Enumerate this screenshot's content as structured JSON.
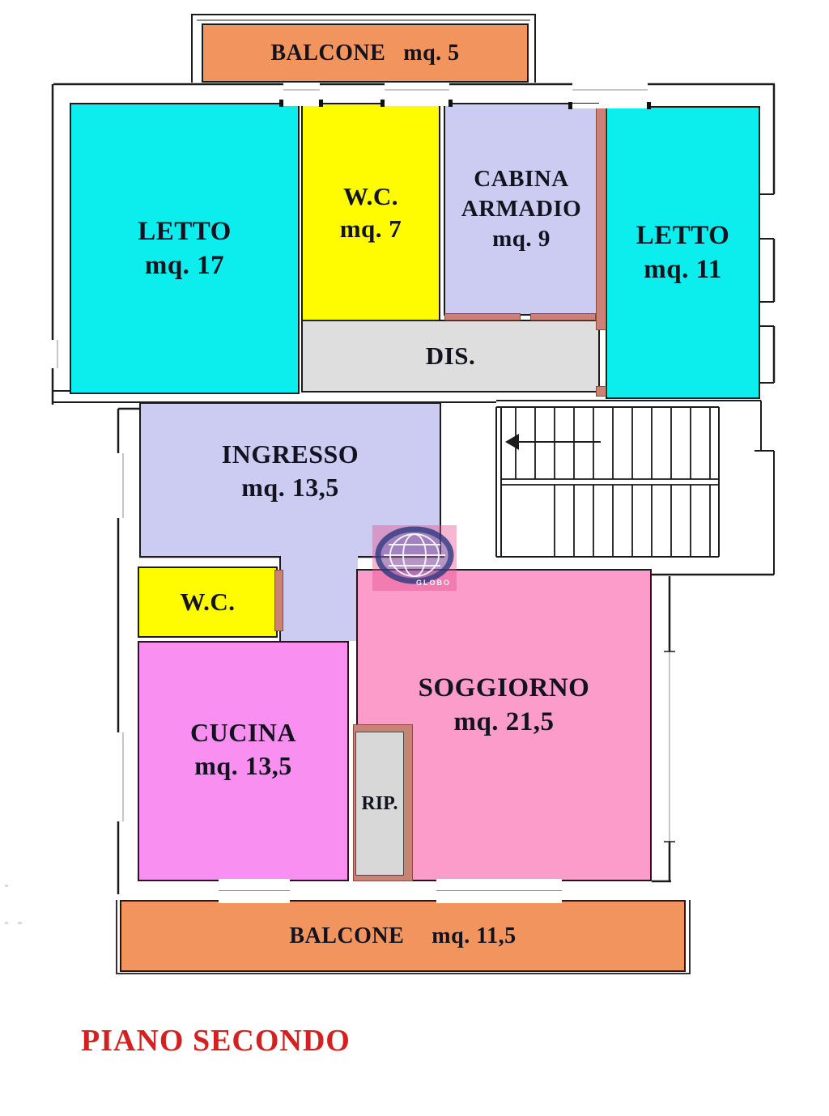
{
  "floor_title": {
    "text": "PIANO SECONDO",
    "color": "#d32020"
  },
  "watermark": {
    "label": "GLOBO",
    "globe_color": "#2a3880",
    "overlay_color": "#e45091"
  },
  "rooms": {
    "balcone_top": {
      "name": "BALCONE",
      "area": "mq. 5",
      "color": "#f2945e"
    },
    "letto_sx": {
      "name": "LETTO",
      "area": "mq. 17",
      "color": "#0ceded"
    },
    "wc_top": {
      "name": "W.C.",
      "area": "mq. 7",
      "color": "#fffb00"
    },
    "cabina": {
      "line1": "CABINA",
      "line2": "ARMADIO",
      "area": "mq. 9",
      "color": "#ccccf2"
    },
    "letto_dx": {
      "name": "LETTO",
      "area": "mq. 11",
      "color": "#0ceded"
    },
    "dis": {
      "name": "DIS.",
      "color": "#dedede"
    },
    "ingresso": {
      "name": "INGRESSO",
      "area": "mq. 13,5",
      "color": "#ccccf2"
    },
    "wc_bottom": {
      "name": "W.C.",
      "color": "#fffb00"
    },
    "cucina": {
      "name": "CUCINA",
      "area": "mq. 13,5",
      "color": "#f98ff0"
    },
    "soggiorno": {
      "name": "SOGGIORNO",
      "area": "mq. 21,5",
      "color": "#fb9cca"
    },
    "rip": {
      "name": "RIP.",
      "color": "#d8d8d8"
    },
    "balcone_bottom": {
      "name": "BALCONE",
      "area": "mq. 11,5",
      "color": "#f2945e"
    }
  },
  "wall_color": "#1b1b1b",
  "wall_section_color": "#c98274"
}
